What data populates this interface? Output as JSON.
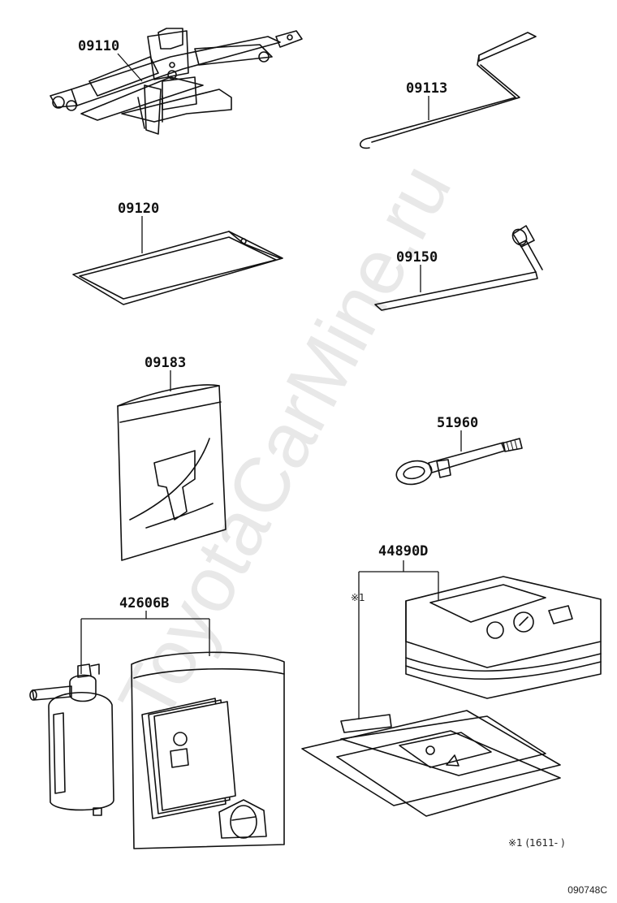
{
  "parts": {
    "jack": "09110",
    "jack_handle": "09113",
    "tool_bag": "09120",
    "wheel_nut_wrench": "09150",
    "tool_pouch": "09183",
    "towing_eye": "51960",
    "repair_kit_compressor": "44890D",
    "repair_kit_sealant": "42606B"
  },
  "footnote_marker": "※1",
  "footnote": "※1 (1611-      )",
  "illustration_code": "090748C",
  "watermark": "ToyotaCarMine.ru"
}
